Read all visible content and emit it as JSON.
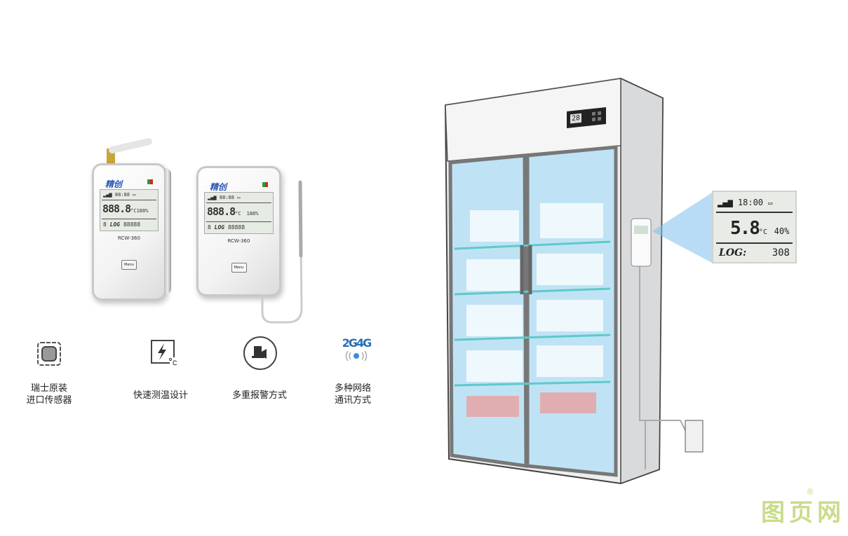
{
  "devices": [
    {
      "brand": "精创",
      "signal_time": "88:88",
      "main_reading": "888.8",
      "unit": "°C",
      "humidity": "188%",
      "log_prefix": "8",
      "log_label": "LOG",
      "log_value": "88888",
      "model": "RCW-360",
      "menu_label": "Menu"
    },
    {
      "brand": "精创",
      "signal_time": "88:88",
      "main_reading": "888.8",
      "unit": "°C",
      "humidity": "188%",
      "log_prefix": "8",
      "log_label": "LOG",
      "log_value": "88888",
      "model": "RCW-360",
      "menu_label": "Menu"
    }
  ],
  "features": [
    {
      "icon": "sensor-chip-icon",
      "label_line1": "瑞士原装",
      "label_line2": "进口传感器"
    },
    {
      "icon": "fast-temperature-icon",
      "label_line1": "快速测温设计",
      "label_line2": ""
    },
    {
      "icon": "alarm-icon",
      "label_line1": "多重报警方式",
      "label_line2": ""
    },
    {
      "icon": "network-2g4g-icon",
      "icon_text": "2G4G",
      "label_line1": "多种网络",
      "label_line2": "通讯方式"
    }
  ],
  "callout_display": {
    "time": "18:00",
    "temperature": "5.8",
    "unit": "°C",
    "humidity": "40%",
    "log_label": "LOG:",
    "log_value": "308"
  },
  "fridge_display": {
    "value": "28"
  },
  "watermark": {
    "text": "图页网",
    "mark": "®"
  },
  "colors": {
    "brand_blue": "#2a58b5",
    "glass": "#bfe3f5",
    "watermark": "#c9dc8a"
  }
}
